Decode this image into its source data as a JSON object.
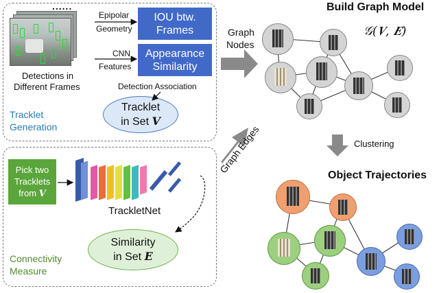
{
  "top_panel": {
    "dots": "......",
    "detections_label_1": "Detections in",
    "detections_label_2": "Different Frames",
    "epipolar_1": "Epipolar",
    "epipolar_2": "Geometry",
    "cnn_1": "CNN",
    "cnn_2": "Features",
    "iou_1": "IOU btw.",
    "iou_2": "Frames",
    "appearance_1": "Appearance",
    "appearance_2": "Similarity",
    "association": "Detection Association",
    "tracklet_1": "Tracklet",
    "tracklet_2": "in Set",
    "tracklet_var": "V",
    "section_1": "Tracklet",
    "section_2": "Generation"
  },
  "bottom_panel": {
    "pick_1": "Pick two",
    "pick_2": "Tracklets",
    "pick_3": "from",
    "pick_var": "V",
    "net_label": "TrackletNet",
    "similarity_1": "Similarity",
    "similarity_2": "in Set",
    "similarity_var": "E",
    "section_1": "Connectivity",
    "section_2": "Measure"
  },
  "arrows": {
    "graph_nodes_1": "Graph",
    "graph_nodes_2": "Nodes",
    "graph_edges": "Graph Edges",
    "clustering": "Clustering"
  },
  "right": {
    "build_title": "Build Graph Model",
    "formula": "𝒢(𝑽, 𝑬)",
    "trajectories_title": "Object Trajectories"
  },
  "colors": {
    "blue_box": "#4169c8",
    "green_box": "#5aa63a",
    "section_blue": "#2a7ab8",
    "section_green": "#4f8b2a",
    "tracklet_ellipse": "#dce8f7",
    "similarity_ellipse": "#dff0d8",
    "orange_cluster": "#f0a070",
    "green_cluster": "#9ccf80",
    "blue_cluster": "#7b9ee0",
    "node_gray": "#d4d4d4",
    "arrow_gray": "#8a8a8a"
  }
}
